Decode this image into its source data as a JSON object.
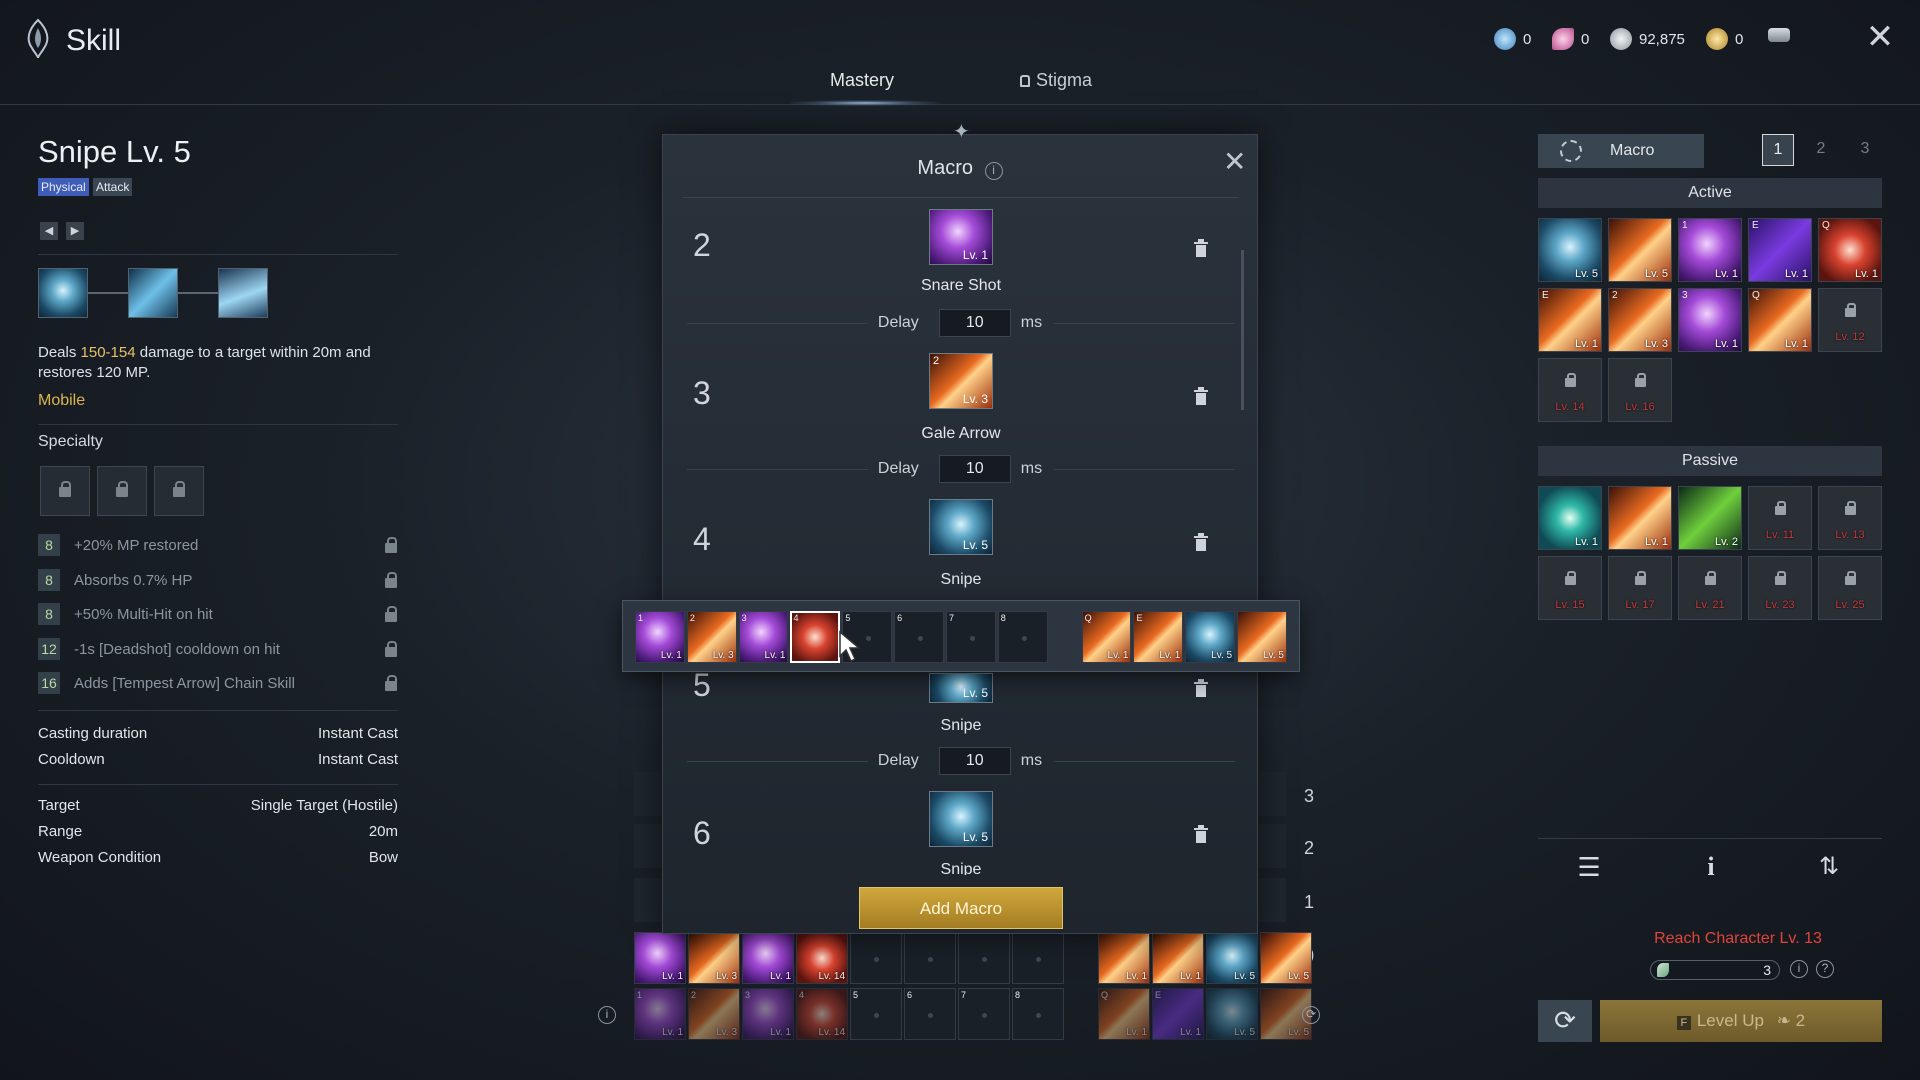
{
  "header": {
    "title": "Skill",
    "currencies": [
      {
        "icon": "blue-crystal-icon",
        "value": "0"
      },
      {
        "icon": "pink-feather-icon",
        "value": "0"
      },
      {
        "icon": "silver-coin-icon",
        "value": "92,875"
      },
      {
        "icon": "gold-coin-icon",
        "value": "0"
      },
      {
        "icon": "stack-icon",
        "value": ""
      }
    ],
    "tabs": {
      "mastery": "Mastery",
      "stigma": "Stigma"
    }
  },
  "skill": {
    "name": "Snipe Lv. 5",
    "tags": [
      "Physical",
      "Attack"
    ],
    "desc_pre": "Deals ",
    "desc_range": "150-154",
    "desc_post": " damage to a target within 20m and restores 120 MP.",
    "mobility": "Mobile",
    "specialty_title": "Specialty",
    "specialties": [
      {
        "lv": "8",
        "text": "+20% MP restored"
      },
      {
        "lv": "8",
        "text": "Absorbs 0.7% HP"
      },
      {
        "lv": "8",
        "text": "+50% Multi-Hit on hit"
      },
      {
        "lv": "12",
        "text": "-1s [Deadshot] cooldown on hit"
      },
      {
        "lv": "16",
        "text": "Adds [Tempest Arrow] Chain Skill"
      }
    ],
    "stats": [
      {
        "label": "Casting duration",
        "value": "Instant Cast"
      },
      {
        "label": "Cooldown",
        "value": "Instant Cast"
      },
      {
        "label": "Target",
        "value": "Single Target (Hostile)"
      },
      {
        "label": "Range",
        "value": "20m"
      },
      {
        "label": "Weapon Condition",
        "value": "Bow"
      }
    ]
  },
  "macro": {
    "title": "Macro",
    "delay_label": "Delay",
    "ms_label": "ms",
    "add_label": "Add Macro",
    "rows": [
      {
        "num": "2",
        "name": "Snare Shot",
        "level": "Lv. 1",
        "delay": "10"
      },
      {
        "num": "3",
        "name": "Gale Arrow",
        "level": "Lv. 3",
        "delay": "10"
      },
      {
        "num": "4",
        "name": "Snipe",
        "level": "Lv. 5",
        "delay": ""
      },
      {
        "num": "5",
        "name": "Snipe",
        "level": "Lv. 5",
        "delay": "10"
      },
      {
        "num": "6",
        "name": "Snipe",
        "level": "Lv. 5",
        "delay": ""
      }
    ]
  },
  "bars": {
    "popup": [
      {
        "k": "1",
        "l": "Lv. 1",
        "t": "purple"
      },
      {
        "k": "2",
        "l": "Lv. 3",
        "t": "orange"
      },
      {
        "k": "3",
        "l": "Lv. 1",
        "t": "purple"
      },
      {
        "k": "4",
        "l": "",
        "t": "red"
      },
      {
        "k": "5",
        "l": "",
        "t": "empty"
      },
      {
        "k": "6",
        "l": "",
        "t": "empty"
      },
      {
        "k": "7",
        "l": "",
        "t": "empty"
      },
      {
        "k": "8",
        "l": "",
        "t": "empty"
      },
      {
        "k": "Q",
        "l": "Lv. 1",
        "t": "orange"
      },
      {
        "k": "E",
        "l": "Lv. 1",
        "t": "orange"
      },
      {
        "k": "",
        "l": "Lv. 5",
        "t": "blue"
      },
      {
        "k": "",
        "l": "Lv. 5",
        "t": "orange"
      }
    ],
    "bar0": [
      {
        "k": "",
        "l": "Lv. 1",
        "t": "purple"
      },
      {
        "k": "",
        "l": "Lv. 3",
        "t": "orange"
      },
      {
        "k": "",
        "l": "Lv. 1",
        "t": "purple"
      },
      {
        "k": "",
        "l": "Lv. 14",
        "t": "red"
      },
      {
        "k": "",
        "l": "",
        "t": "empty"
      },
      {
        "k": "",
        "l": "",
        "t": "empty"
      },
      {
        "k": "",
        "l": "",
        "t": "empty"
      },
      {
        "k": "",
        "l": "",
        "t": "empty"
      },
      {
        "k": "",
        "l": "Lv. 1",
        "t": "orange"
      },
      {
        "k": "",
        "l": "Lv. 1",
        "t": "orange"
      },
      {
        "k": "",
        "l": "Lv. 5",
        "t": "blue"
      },
      {
        "k": "",
        "l": "Lv. 5",
        "t": "orange"
      }
    ],
    "bar_bottom": [
      {
        "k": "1",
        "l": "Lv. 1",
        "t": "purple"
      },
      {
        "k": "2",
        "l": "Lv. 3",
        "t": "orange"
      },
      {
        "k": "3",
        "l": "Lv. 1",
        "t": "purple"
      },
      {
        "k": "4",
        "l": "Lv. 14",
        "t": "red"
      },
      {
        "k": "5",
        "l": "",
        "t": "empty"
      },
      {
        "k": "6",
        "l": "",
        "t": "empty"
      },
      {
        "k": "7",
        "l": "",
        "t": "empty"
      },
      {
        "k": "8",
        "l": "",
        "t": "empty"
      },
      {
        "k": "Q",
        "l": "Lv. 1",
        "t": "orange"
      },
      {
        "k": "E",
        "l": "Lv. 1",
        "t": "rune"
      },
      {
        "k": "",
        "l": "Lv. 5",
        "t": "blue"
      },
      {
        "k": "",
        "l": "Lv. 5",
        "t": "orange"
      }
    ],
    "numbers": [
      "3",
      "2",
      "1",
      "0"
    ]
  },
  "right": {
    "macro_tab": "Macro",
    "pages": [
      "1",
      "2",
      "3"
    ],
    "active_title": "Active",
    "passive_title": "Passive",
    "active": [
      {
        "k": "",
        "l": "Lv. 5",
        "t": "blue"
      },
      {
        "k": "",
        "l": "Lv. 5",
        "t": "orange"
      },
      {
        "k": "1",
        "l": "Lv. 1",
        "t": "purple"
      },
      {
        "k": "E",
        "l": "Lv. 1",
        "t": "rune"
      },
      {
        "k": "Q",
        "l": "Lv. 1",
        "t": "red"
      },
      {
        "k": "E",
        "l": "Lv. 1",
        "t": "orange"
      },
      {
        "k": "2",
        "l": "Lv. 3",
        "t": "orange"
      },
      {
        "k": "3",
        "l": "Lv. 1",
        "t": "purple"
      },
      {
        "k": "Q",
        "l": "Lv. 1",
        "t": "orange"
      },
      {
        "k": "",
        "l": "Lv. 12",
        "t": "locked"
      },
      {
        "k": "",
        "l": "Lv. 14",
        "t": "locked"
      },
      {
        "k": "",
        "l": "Lv. 16",
        "t": "locked-teal"
      }
    ],
    "passive": [
      {
        "l": "Lv. 1",
        "t": "eye"
      },
      {
        "l": "Lv. 1",
        "t": "orange"
      },
      {
        "l": "Lv. 2",
        "t": "green"
      },
      {
        "l": "Lv. 11",
        "t": "locked"
      },
      {
        "l": "Lv. 13",
        "t": "locked"
      },
      {
        "l": "Lv. 15",
        "t": "locked"
      },
      {
        "l": "Lv. 17",
        "t": "locked"
      },
      {
        "l": "Lv. 21",
        "t": "locked"
      },
      {
        "l": "Lv. 23",
        "t": "locked-teal"
      },
      {
        "l": "Lv. 25",
        "t": "locked"
      }
    ],
    "reach": "Reach Character Lv. 13",
    "xp": "3",
    "levelup": "Level Up",
    "levelup_key": "F",
    "levelup_cost": "2"
  },
  "colors": {
    "gold": "#d9b64c",
    "red": "#e0443a",
    "highlight": "#e6c26a"
  }
}
